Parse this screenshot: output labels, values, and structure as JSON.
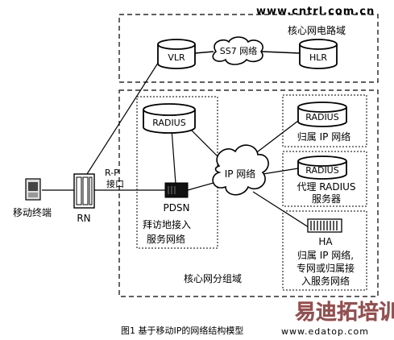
{
  "watermark_top": "www.cntrl.com.cn",
  "watermark_bottom": {
    "brand": "易迪拓培训",
    "url": "www.edatop.com"
  },
  "caption": "图1  基于移动IP的网络结构模型",
  "core_circuit_domain": "核心网电路域",
  "core_packet_domain": "核心网分组域",
  "nodes": {
    "vlr": "VLR",
    "ss7": "SS7 网络",
    "hlr": "HLR",
    "radius_visited": "RADIUS",
    "radius_home": "RADIUS",
    "home_ip_net": "归属 IP 网络",
    "ip_net": "IP 网络",
    "radius_proxy": "RADIUS",
    "proxy_radius_l1": "代理 RADIUS",
    "proxy_radius_l2": "服务器",
    "pdsn": "PDSN",
    "visited_access_l1": "拜访地接入",
    "visited_access_l2": "服务网络",
    "ha": "HA",
    "ha_desc_l1": "归属 IP 网络,",
    "ha_desc_l2": "专网或归属接",
    "ha_desc_l3": "入服务网络",
    "rp_l1": "R-P",
    "rp_l2": "接口",
    "rn": "RN",
    "mobile": "移动终端"
  },
  "colors": {
    "watermark_blue": "#2255dd",
    "watermark_brand": "#e03030",
    "caption": "#1a3a8a"
  }
}
